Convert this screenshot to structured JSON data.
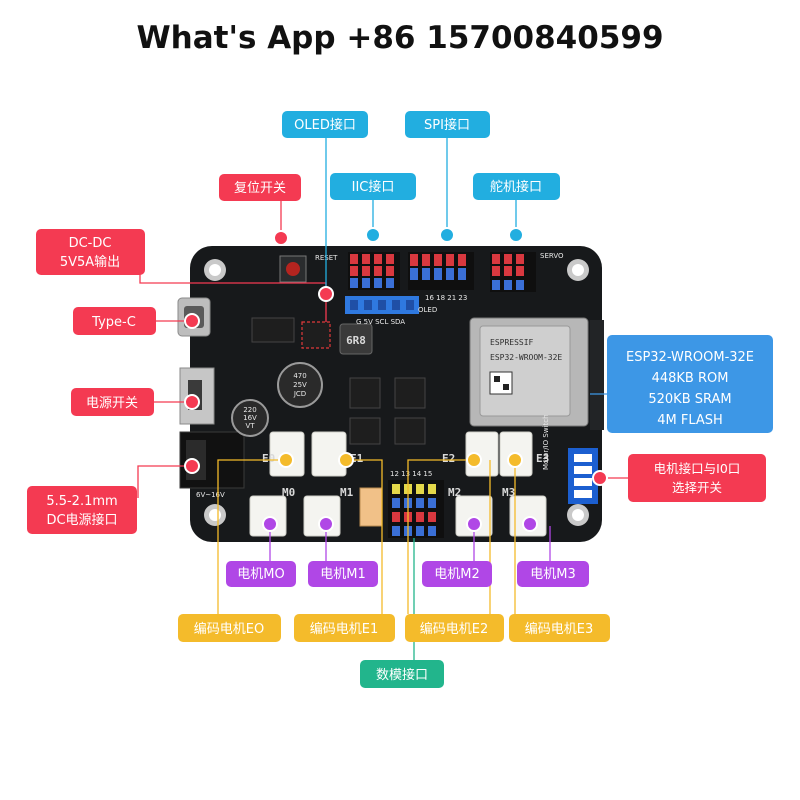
{
  "header": {
    "title": "What's App +86 15700840599"
  },
  "colors": {
    "red": "#f43a52",
    "blue": "#22aee0",
    "esp_blue": "#3d97e6",
    "purple": "#b047e6",
    "yellow": "#f4bb2b",
    "green": "#22b58c",
    "board": "#17191b"
  },
  "labels": {
    "reset": "复位开关",
    "dcdc_line1": "DC-DC",
    "dcdc_line2": "5V5A输出",
    "typec": "Type-C",
    "power_switch": "电源开关",
    "dc_jack_line1": "5.5-2.1mm",
    "dc_jack_line2": "DC电源接口",
    "oled": "OLED接口",
    "spi": "SPI接口",
    "iic": "IIC接口",
    "servo": "舵机接口",
    "esp_line1": "ESP32-WROOM-32E",
    "esp_line2": "448KB ROM",
    "esp_line3": "520KB SRAM",
    "esp_line4": "4M FLASH",
    "motor_io_line1": "电机接口与I0口",
    "motor_io_line2": "选择开关",
    "motor_m0": "电机MO",
    "motor_m1": "电机M1",
    "motor_m2": "电机M2",
    "motor_m3": "电机M3",
    "enc_e0": "编码电机EO",
    "enc_e1": "编码电机E1",
    "enc_e2": "编码电机E2",
    "enc_e3": "编码电机E3",
    "adc": "数模接口"
  },
  "silkscreen": {
    "reset": "RESET",
    "oled": "OLED",
    "servo": "SERVO",
    "gpio_top": "16 18 21 23",
    "gpio_bottom": "12 13 14 15",
    "iic_pins": "G 5V SCL SDA",
    "inductor": "6R8",
    "cap1_a": "470",
    "cap1_b": "25V",
    "cap1_c": "JCD",
    "cap2_a": "220",
    "cap2_b": "16V",
    "cap2_c": "VT",
    "e0": "E0",
    "e1": "E1",
    "e2": "E2",
    "e3": "E3",
    "m0": "M0",
    "m1": "M1",
    "m2": "M2",
    "m3": "M3",
    "vin": "6V~16V",
    "esp_brand": "ESPRESSIF",
    "esp_model": "ESP32-WROOM-32E",
    "motor_switch": "Motor/IO Switch"
  }
}
